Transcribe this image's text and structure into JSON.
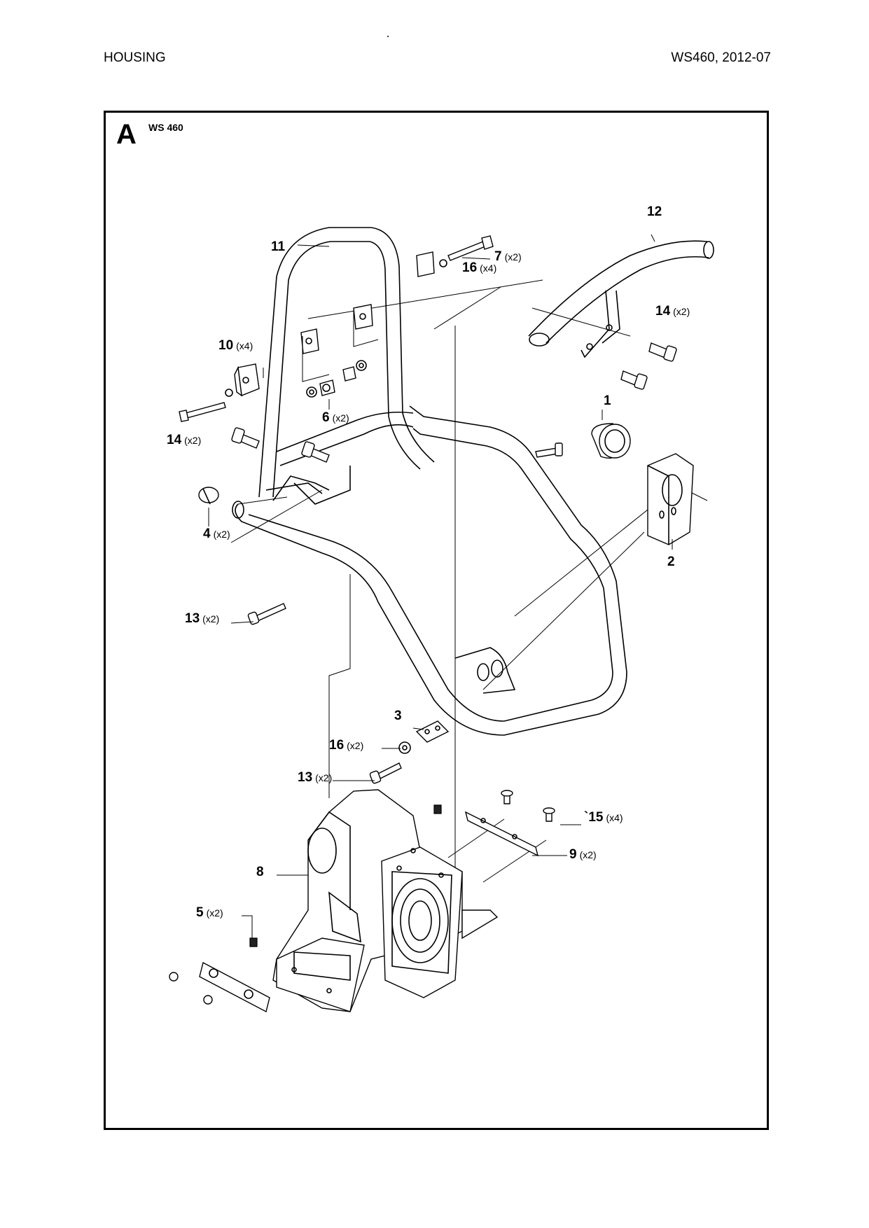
{
  "header": {
    "left": "HOUSING",
    "right": "WS460, 2012-07"
  },
  "section": {
    "letter": "A",
    "model": "WS 460"
  },
  "callouts": [
    {
      "id": "c12",
      "num": "12",
      "qty": ""
    },
    {
      "id": "c11",
      "num": "11",
      "qty": ""
    },
    {
      "id": "c7",
      "num": "7",
      "qty": "(x2)"
    },
    {
      "id": "c16a",
      "num": "16",
      "qty": "(x4)"
    },
    {
      "id": "c14a",
      "num": "14",
      "qty": "(x2)"
    },
    {
      "id": "c10",
      "num": "10",
      "qty": "(x4)"
    },
    {
      "id": "c6",
      "num": "6",
      "qty": "(x2)"
    },
    {
      "id": "c1",
      "num": "1",
      "qty": ""
    },
    {
      "id": "c14b",
      "num": "14",
      "qty": "(x2)"
    },
    {
      "id": "c4",
      "num": "4",
      "qty": "(x2)"
    },
    {
      "id": "c2",
      "num": "2",
      "qty": ""
    },
    {
      "id": "c13a",
      "num": "13",
      "qty": "(x2)"
    },
    {
      "id": "c3",
      "num": "3",
      "qty": ""
    },
    {
      "id": "c16b",
      "num": "16",
      "qty": "(x2)"
    },
    {
      "id": "c13b",
      "num": "13",
      "qty": "(x2)"
    },
    {
      "id": "c15",
      "num": "`15",
      "qty": "(x4)"
    },
    {
      "id": "c8",
      "num": "8",
      "qty": ""
    },
    {
      "id": "c9",
      "num": "9",
      "qty": "(x2)"
    },
    {
      "id": "c5",
      "num": "5",
      "qty": "(x2)"
    }
  ]
}
